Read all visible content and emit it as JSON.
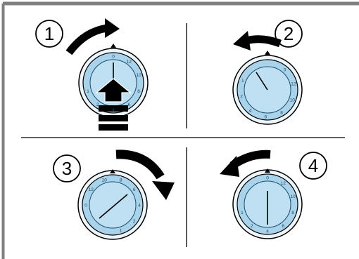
{
  "steps": [
    {
      "number": "1",
      "action": "push-and-turn-clockwise"
    },
    {
      "number": "2",
      "action": "turn-counterclockwise"
    },
    {
      "number": "3",
      "action": "turn-clockwise"
    },
    {
      "number": "4",
      "action": "turn-counterclockwise"
    }
  ],
  "dial_labels": [
    "0",
    "12",
    "10",
    "8",
    "6",
    "4",
    "2",
    "1"
  ],
  "colors": {
    "frame": "#7f7f7f",
    "dial_fill": "#a9d3ea",
    "dial_inner": "#bfe0f2",
    "line": "#000000"
  }
}
